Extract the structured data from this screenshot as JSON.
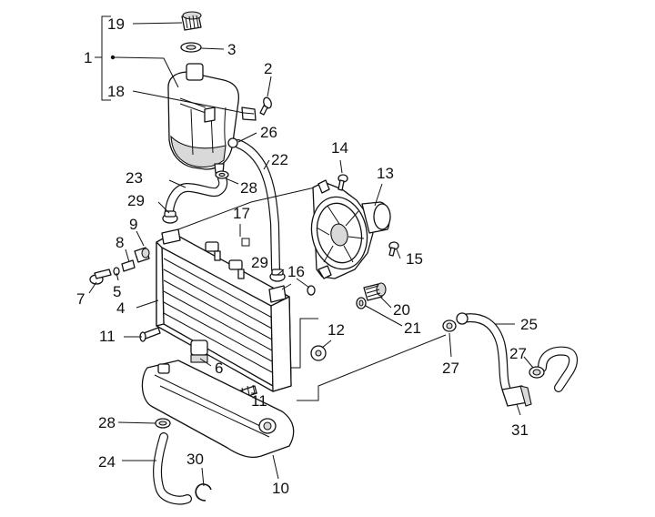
{
  "diagram": {
    "callouts": [
      {
        "id": "c1",
        "label": "1"
      },
      {
        "id": "c2",
        "label": "2"
      },
      {
        "id": "c3",
        "label": "3"
      },
      {
        "id": "c4",
        "label": "4"
      },
      {
        "id": "c5",
        "label": "5"
      },
      {
        "id": "c6",
        "label": "6"
      },
      {
        "id": "c7",
        "label": "7"
      },
      {
        "id": "c8",
        "label": "8"
      },
      {
        "id": "c9",
        "label": "9"
      },
      {
        "id": "c10",
        "label": "10"
      },
      {
        "id": "c11a",
        "label": "11"
      },
      {
        "id": "c11b",
        "label": "11"
      },
      {
        "id": "c12",
        "label": "12"
      },
      {
        "id": "c13",
        "label": "13"
      },
      {
        "id": "c14",
        "label": "14"
      },
      {
        "id": "c15",
        "label": "15"
      },
      {
        "id": "c16",
        "label": "16"
      },
      {
        "id": "c17",
        "label": "17"
      },
      {
        "id": "c18",
        "label": "18"
      },
      {
        "id": "c19",
        "label": "19"
      },
      {
        "id": "c20",
        "label": "20"
      },
      {
        "id": "c21",
        "label": "21"
      },
      {
        "id": "c22",
        "label": "22"
      },
      {
        "id": "c23",
        "label": "23"
      },
      {
        "id": "c24",
        "label": "24"
      },
      {
        "id": "c25",
        "label": "25"
      },
      {
        "id": "c26",
        "label": "26"
      },
      {
        "id": "c27a",
        "label": "27"
      },
      {
        "id": "c27b",
        "label": "27"
      },
      {
        "id": "c28a",
        "label": "28"
      },
      {
        "id": "c28b",
        "label": "28"
      },
      {
        "id": "c29a",
        "label": "29"
      },
      {
        "id": "c29b",
        "label": "29"
      },
      {
        "id": "c30",
        "label": "30"
      },
      {
        "id": "c31",
        "label": "31"
      }
    ]
  }
}
